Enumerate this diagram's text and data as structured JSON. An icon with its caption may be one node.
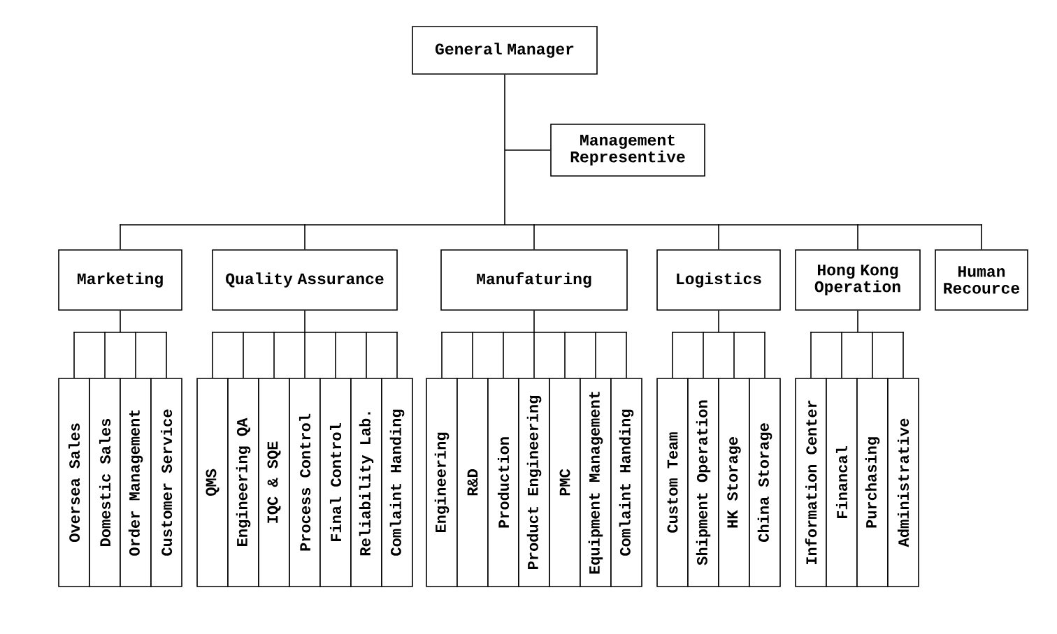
{
  "diagram": {
    "nodes": [
      {
        "text": [
          "General Manager"
        ]
      },
      {
        "text": [
          "Management Representive"
        ]
      },
      {
        "text": [
          "Marketing"
        ]
      },
      {
        "text": [
          "Quality Assurance"
        ]
      },
      {
        "text": [
          "Manufaturing"
        ]
      },
      {
        "text": [
          "Logistics"
        ]
      },
      {
        "text": [
          "Hong Kong Operation"
        ]
      },
      {
        "text": [
          "Human Recource"
        ]
      },
      {
        "text": [
          "Oversea Sales"
        ]
      },
      {
        "text": [
          "Domestic Sales"
        ]
      },
      {
        "text": [
          "Order Management"
        ]
      },
      {
        "text": [
          "Customer Service"
        ]
      },
      {
        "text": [
          "QMS"
        ]
      },
      {
        "text": [
          "Engineering QA"
        ]
      },
      {
        "text": [
          "IQC & SQE"
        ]
      },
      {
        "text": [
          "Process Control"
        ]
      },
      {
        "text": [
          "Final Control"
        ]
      },
      {
        "text": [
          "Reliability Lab."
        ]
      },
      {
        "text": [
          "Comlaint Handing"
        ]
      },
      {
        "text": [
          "Engineering"
        ]
      },
      {
        "text": [
          "R&D"
        ]
      },
      {
        "text": [
          "Production"
        ]
      },
      {
        "text": [
          "Product Engineering"
        ]
      },
      {
        "text": [
          "PMC"
        ]
      },
      {
        "text": [
          "Equipment Management"
        ]
      },
      {
        "text": [
          "Comlaint Handing"
        ]
      },
      {
        "text": [
          "Custom Team"
        ]
      },
      {
        "text": [
          "Shipment Operation"
        ]
      },
      {
        "text": [
          "HK Storage"
        ]
      },
      {
        "text": [
          "China Storage"
        ]
      },
      {
        "text": [
          "Information Center"
        ]
      },
      {
        "text": [
          "Financal"
        ]
      },
      {
        "text": [
          "Purchasing"
        ]
      },
      {
        "text": [
          "Administrative"
        ]
      }
    ],
    "edges": [
      {
        "from": 0,
        "to": 1,
        "arrow": "none"
      },
      {
        "from": 0,
        "to": 2,
        "arrow": "none"
      },
      {
        "from": 0,
        "to": 3,
        "arrow": "none"
      },
      {
        "from": 0,
        "to": 4,
        "arrow": "none"
      },
      {
        "from": 0,
        "to": 5,
        "arrow": "none"
      },
      {
        "from": 0,
        "to": 6,
        "arrow": "none"
      },
      {
        "from": 0,
        "to": 7,
        "arrow": "none"
      },
      {
        "from": 2,
        "to": 8,
        "arrow": "none"
      },
      {
        "from": 2,
        "to": 9,
        "arrow": "none"
      },
      {
        "from": 2,
        "to": 10,
        "arrow": "none"
      },
      {
        "from": 2,
        "to": 11,
        "arrow": "none"
      },
      {
        "from": 3,
        "to": 12,
        "arrow": "none"
      },
      {
        "from": 3,
        "to": 13,
        "arrow": "none"
      },
      {
        "from": 3,
        "to": 14,
        "arrow": "none"
      },
      {
        "from": 3,
        "to": 15,
        "arrow": "none"
      },
      {
        "from": 3,
        "to": 16,
        "arrow": "none"
      },
      {
        "from": 3,
        "to": 17,
        "arrow": "none"
      },
      {
        "from": 3,
        "to": 18,
        "arrow": "none"
      },
      {
        "from": 4,
        "to": 19,
        "arrow": "none"
      },
      {
        "from": 4,
        "to": 20,
        "arrow": "none"
      },
      {
        "from": 4,
        "to": 21,
        "arrow": "none"
      },
      {
        "from": 4,
        "to": 22,
        "arrow": "none"
      },
      {
        "from": 4,
        "to": 23,
        "arrow": "none"
      },
      {
        "from": 4,
        "to": 24,
        "arrow": "none"
      },
      {
        "from": 4,
        "to": 25,
        "arrow": "none"
      },
      {
        "from": 5,
        "to": 26,
        "arrow": "none"
      },
      {
        "from": 5,
        "to": 27,
        "arrow": "none"
      },
      {
        "from": 5,
        "to": 28,
        "arrow": "none"
      },
      {
        "from": 5,
        "to": 29,
        "arrow": "none"
      },
      {
        "from": 6,
        "to": 30,
        "arrow": "none"
      },
      {
        "from": 6,
        "to": 31,
        "arrow": "none"
      },
      {
        "from": 6,
        "to": 32,
        "arrow": "none"
      },
      {
        "from": 6,
        "to": 33,
        "arrow": "none"
      }
    ]
  }
}
